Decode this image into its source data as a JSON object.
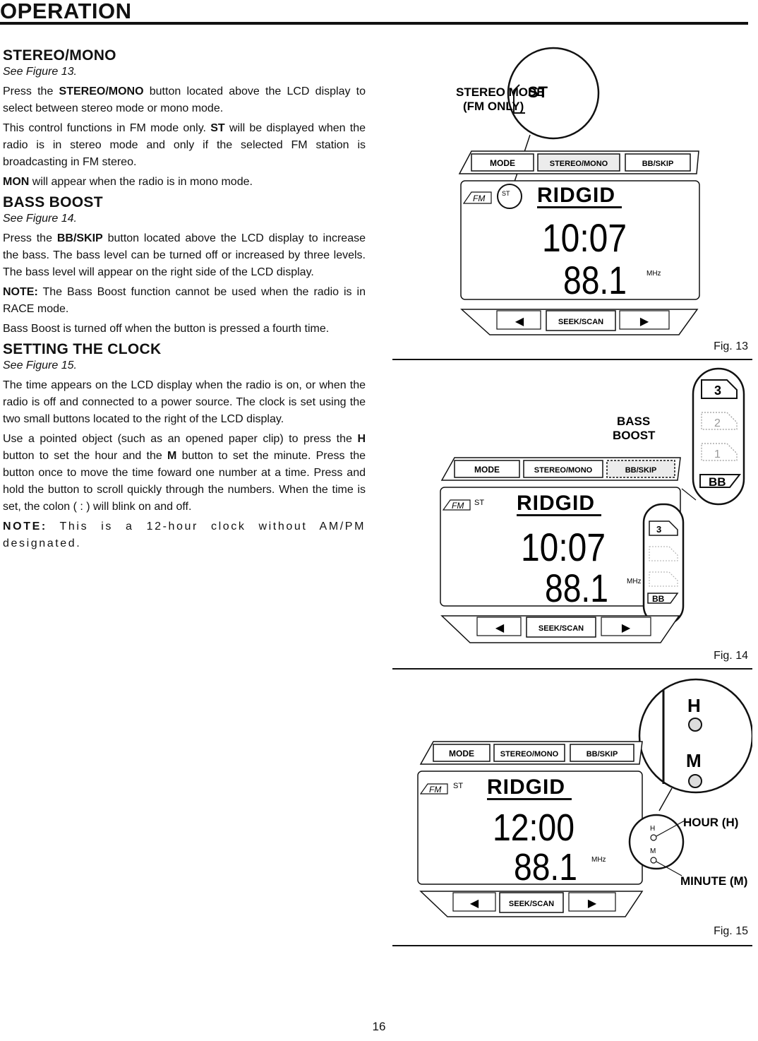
{
  "page": {
    "title": "OPERATION",
    "number": "16"
  },
  "sections": {
    "stereo": {
      "heading": "STEREO/MONO",
      "see": "See Figure 13.",
      "p1_pre": "Press the ",
      "p1_bold": "STEREO/MONO",
      "p1_post": " button located above the LCD display to select between stereo mode or mono mode.",
      "p2_pre": "This control functions in FM mode only. ",
      "p2_bold": "ST",
      "p2_post": " will be displayed when the radio is in stereo mode and only if the selected FM station is broadcasting in FM stereo.",
      "p3_bold": "MON",
      "p3_post": " will appear when the radio is in mono mode."
    },
    "bass": {
      "heading": "BASS BOOST",
      "see": "See Figure 14.",
      "p1_pre": "Press the ",
      "p1_bold": "BB/SKIP",
      "p1_post": " button located above the LCD display to increase the bass. The bass level can be turned off or increased by three levels. The bass level will appear on the right side of the LCD display.",
      "note_label": "NOTE:",
      "note_text": " The Bass Boost function cannot be used when the radio is in RACE mode.",
      "p2": "Bass Boost is turned off when the button is pressed a fourth time."
    },
    "clock": {
      "heading": "SETTING THE CLOCK",
      "see": "See Figure 15.",
      "p1": "The time appears on the LCD display when the radio is on, or when the radio is off and connected to a power source. The clock is set using the two small buttons located to the right of the LCD display.",
      "p2_a": "Use a pointed object (such as an opened paper clip) to press the ",
      "p2_h": "H",
      "p2_b": " button to set the hour and the ",
      "p2_m": "M",
      "p2_c": " button to set the minute. Press the button once to move the time foward one number at a time. Press and hold the button to scroll quickly through the numbers. When the time is set, the colon ( : ) will blink on and off.",
      "note_label": "NOTE:",
      "note_text": " This is a 12-hour clock without AM/PM designated."
    }
  },
  "panel": {
    "buttons": {
      "mode": "MODE",
      "stereo_mono": "STEREO/MONO",
      "bb_skip": "BB/SKIP",
      "seek_scan": "SEEK/SCAN",
      "left_arrow": "◀",
      "right_arrow": "▶"
    },
    "band": "FM",
    "st": "ST",
    "brand": "RIDGID",
    "unit": "MHz",
    "time": "10:07",
    "time_fig15": "12:00",
    "freq": "88.1",
    "bass_levels": [
      "3",
      "2",
      "1",
      "BB"
    ]
  },
  "figures": {
    "fig13": {
      "caption": "Fig. 13",
      "callout_line1": "STEREO MODE",
      "callout_line2": "(FM ONLY)",
      "zoom_label": "ST"
    },
    "fig14": {
      "caption": "Fig. 14",
      "callout_line1": "BASS",
      "callout_line2": "BOOST"
    },
    "fig15": {
      "caption": "Fig. 15",
      "zoom_h": "H",
      "zoom_m": "M",
      "small_h": "H",
      "small_m": "M",
      "callout_hour": "HOUR (H)",
      "callout_minute": "MINUTE (M)"
    }
  }
}
